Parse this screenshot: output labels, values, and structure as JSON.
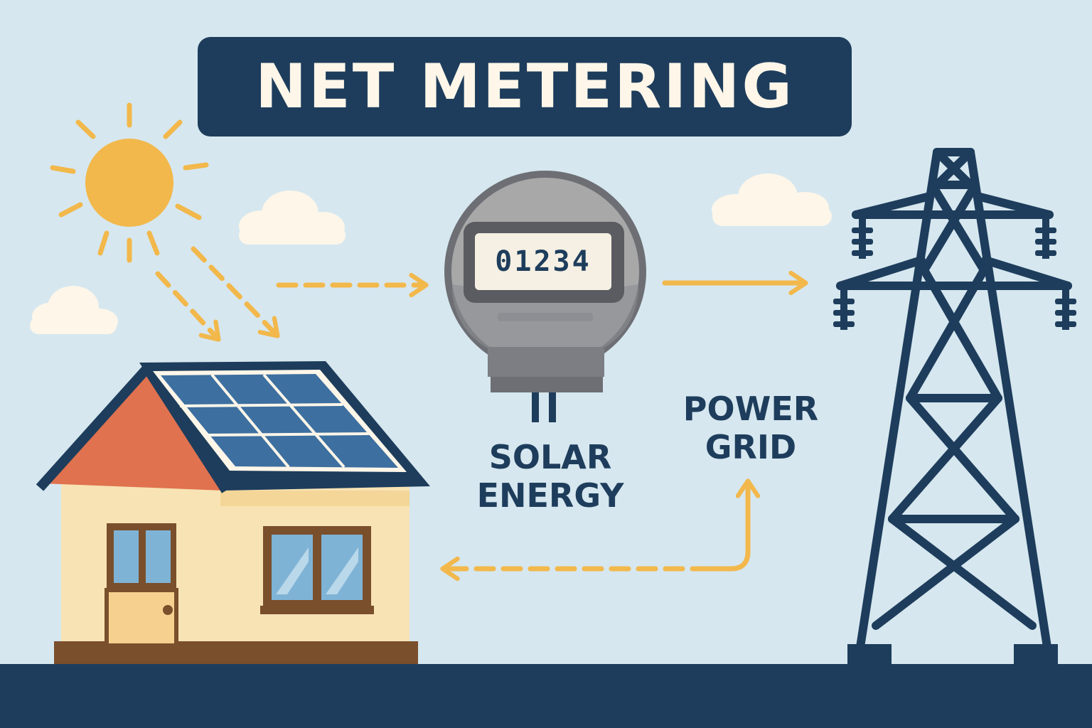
{
  "title": "NET METERING",
  "meter": {
    "reading": "01234"
  },
  "labels": {
    "solar_line1": "SOLAR",
    "solar_line2": "ENERGY",
    "grid_line1": "POWER",
    "grid_line2": "GRID"
  },
  "icons": [
    "sun-icon",
    "cloud-icon",
    "house-icon",
    "solar-panel-icon",
    "electric-meter-icon",
    "transmission-tower-icon",
    "arrow-icon"
  ],
  "colors": {
    "background": "#d6e7ef",
    "navy": "#1e3d5c",
    "sun": "#f2b84b",
    "arrow": "#f2b84b",
    "roof_gable": "#e0724f",
    "house_wall": "#f8e3b4",
    "panel": "#3d6fa0",
    "ground": "#1e3d5c",
    "meter": "#a8a8a8"
  }
}
